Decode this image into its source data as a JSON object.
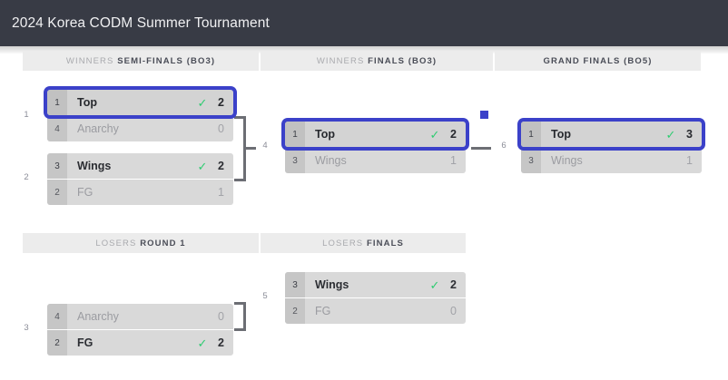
{
  "header": {
    "title": "2024 Korea CODM Summer Tournament"
  },
  "rounds": [
    {
      "name": "winners-semi-finals",
      "dim": "WINNERS",
      "strong": "SEMI-FINALS (BO3)"
    },
    {
      "name": "winners-finals",
      "dim": "WINNERS",
      "strong": "FINALS (BO3)"
    },
    {
      "name": "grand-finals",
      "dim": "",
      "strong": "GRAND FINALS (BO5)"
    },
    {
      "name": "losers-round-1",
      "dim": "LOSERS",
      "strong": "ROUND 1"
    },
    {
      "name": "losers-finals",
      "dim": "LOSERS",
      "strong": "FINALS"
    }
  ],
  "matches": [
    {
      "id": "wsf-1",
      "number": "1",
      "rows": [
        {
          "seed": "1",
          "team": "Top",
          "score": "2",
          "winner": true,
          "check": "✓",
          "highlight": true
        },
        {
          "seed": "4",
          "team": "Anarchy",
          "score": "0",
          "winner": false,
          "check": "",
          "highlight": false
        }
      ]
    },
    {
      "id": "wsf-2",
      "number": "2",
      "rows": [
        {
          "seed": "3",
          "team": "Wings",
          "score": "2",
          "winner": true,
          "check": "✓",
          "highlight": false
        },
        {
          "seed": "2",
          "team": "FG",
          "score": "1",
          "winner": false,
          "check": "",
          "highlight": false
        }
      ]
    },
    {
      "id": "wf-4",
      "number": "4",
      "rows": [
        {
          "seed": "1",
          "team": "Top",
          "score": "2",
          "winner": true,
          "check": "✓",
          "highlight": true
        },
        {
          "seed": "3",
          "team": "Wings",
          "score": "1",
          "winner": false,
          "check": "",
          "highlight": false
        }
      ]
    },
    {
      "id": "gf-6",
      "number": "6",
      "rows": [
        {
          "seed": "1",
          "team": "Top",
          "score": "3",
          "winner": true,
          "check": "✓",
          "highlight": true
        },
        {
          "seed": "3",
          "team": "Wings",
          "score": "1",
          "winner": false,
          "check": "",
          "highlight": false
        }
      ]
    },
    {
      "id": "lr1-3",
      "number": "3",
      "rows": [
        {
          "seed": "4",
          "team": "Anarchy",
          "score": "0",
          "winner": false,
          "check": "",
          "highlight": false
        },
        {
          "seed": "2",
          "team": "FG",
          "score": "2",
          "winner": true,
          "check": "✓",
          "highlight": false
        }
      ]
    },
    {
      "id": "lf-5",
      "number": "5",
      "rows": [
        {
          "seed": "3",
          "team": "Wings",
          "score": "2",
          "winner": true,
          "check": "✓",
          "highlight": false
        },
        {
          "seed": "2",
          "team": "FG",
          "score": "0",
          "winner": false,
          "check": "",
          "highlight": false
        }
      ]
    }
  ],
  "colors": {
    "header_bg": "#383b45",
    "highlight": "#3b41c9",
    "check_green": "#2ecc71",
    "row_bg": "#d9d9d9",
    "seed_bg": "#c6c6c6"
  }
}
